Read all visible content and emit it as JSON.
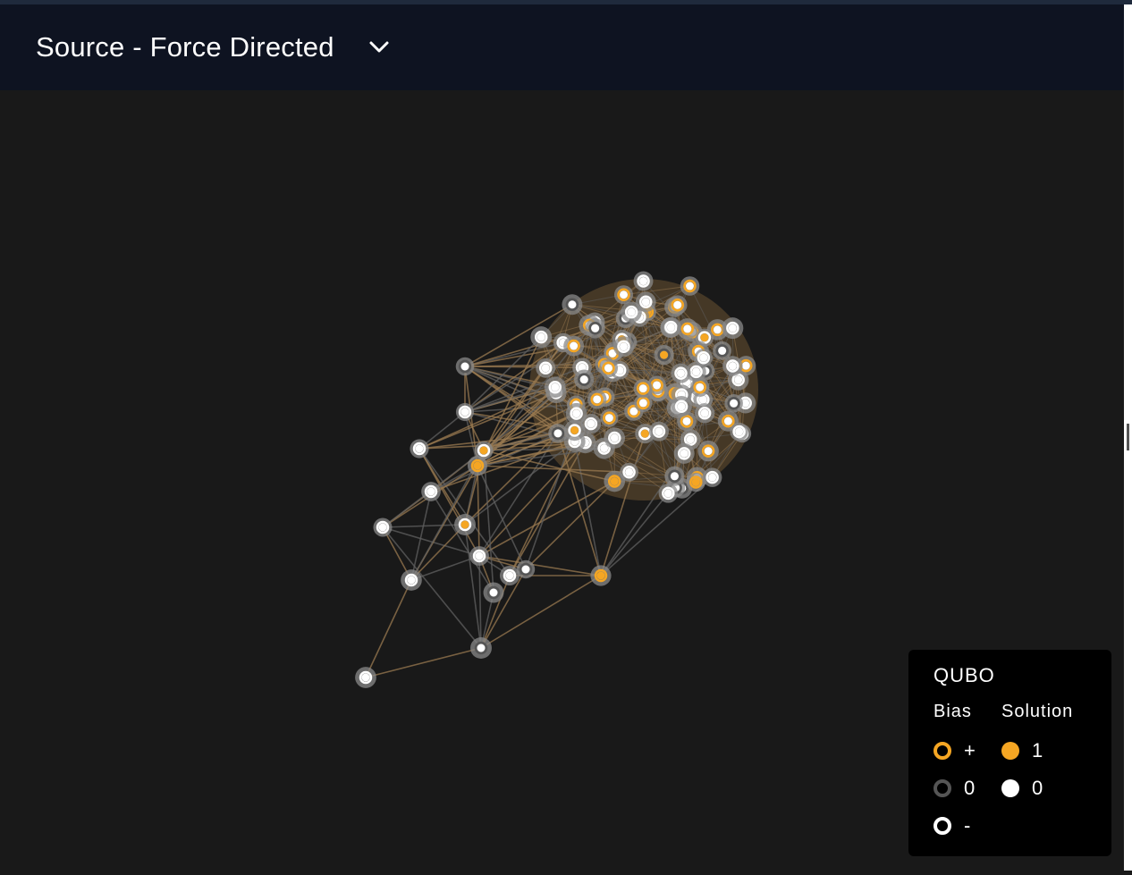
{
  "header": {
    "title": "Source - Force Directed",
    "dropdown_icon": "chevron-down-icon"
  },
  "colors": {
    "background": "#191919",
    "header": "#0e1321",
    "positive": "#f5a623",
    "zero": "#555555",
    "negative": "#ffffff",
    "edge_solution": "#9a7a50",
    "edge_other": "#606060"
  },
  "legend": {
    "title": "QUBO",
    "bias_header": "Bias",
    "solution_header": "Solution",
    "bias_items": [
      {
        "symbol": "+",
        "color": "#f5a623"
      },
      {
        "symbol": "0",
        "color": "#555555"
      },
      {
        "symbol": "-",
        "color": "#ffffff"
      }
    ],
    "solution_items": [
      {
        "value": "1",
        "color": "#f5a623"
      },
      {
        "value": "0",
        "color": "#ffffff"
      }
    ]
  }
}
